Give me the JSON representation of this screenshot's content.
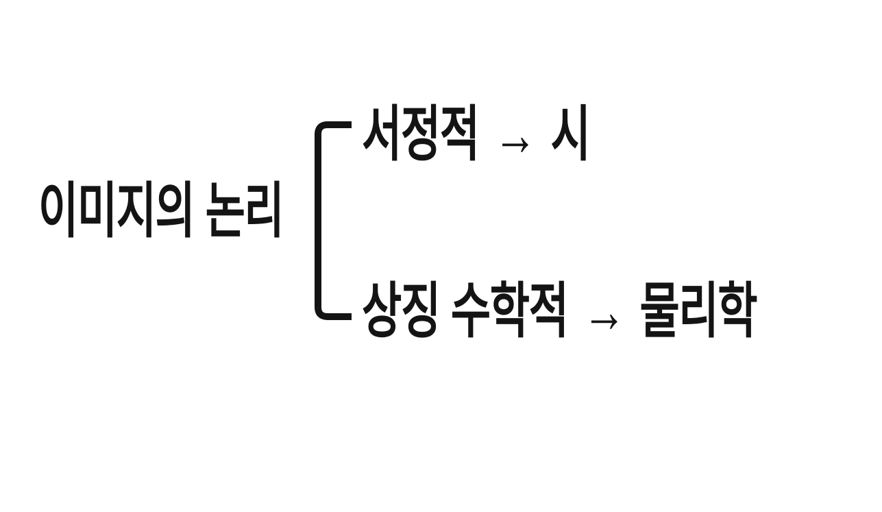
{
  "diagram": {
    "root_label": "이미지의 논리",
    "arrow_glyph": "→",
    "branches": [
      {
        "source": "서정적",
        "target": "시"
      },
      {
        "source": "상징 수학적",
        "target": "물리학"
      }
    ],
    "colors": {
      "text": "#141414",
      "bracket": "#141414",
      "background": "#ffffff"
    }
  }
}
